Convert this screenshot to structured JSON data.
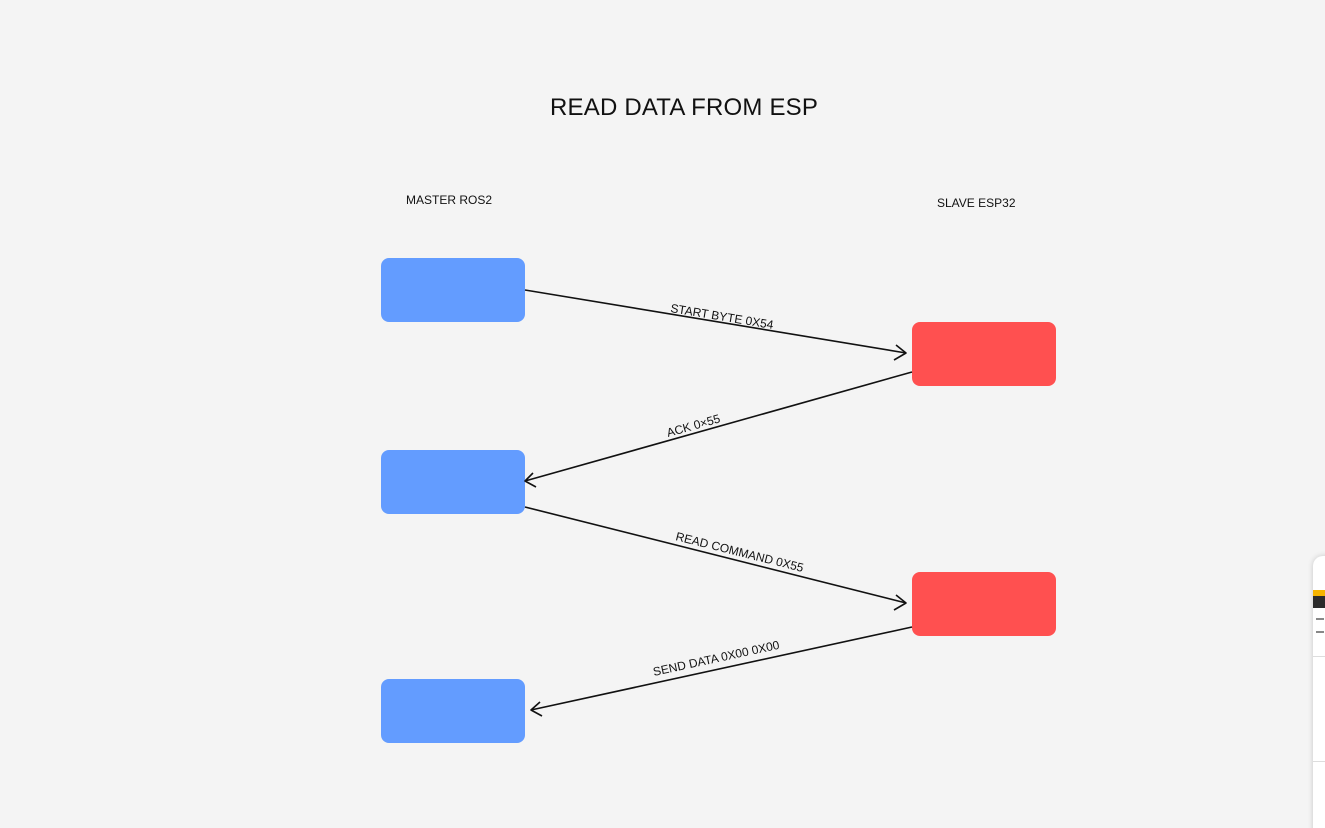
{
  "title": "READ DATA FROM ESP",
  "columns": {
    "master": "MASTER ROS2",
    "slave": "SLAVE ESP32"
  },
  "messages": [
    {
      "label": "START BYTE 0X54",
      "from": "master",
      "to": "slave"
    },
    {
      "label": "ACK 0×55",
      "from": "slave",
      "to": "master"
    },
    {
      "label": "READ COMMAND 0X55",
      "from": "master",
      "to": "slave"
    },
    {
      "label": "SEND DATA 0X00 0X00",
      "from": "slave",
      "to": "master"
    }
  ],
  "colors": {
    "background": "#f4f4f4",
    "master_box": "#639cff",
    "slave_box": "#ff5050",
    "arrow": "#111111"
  }
}
